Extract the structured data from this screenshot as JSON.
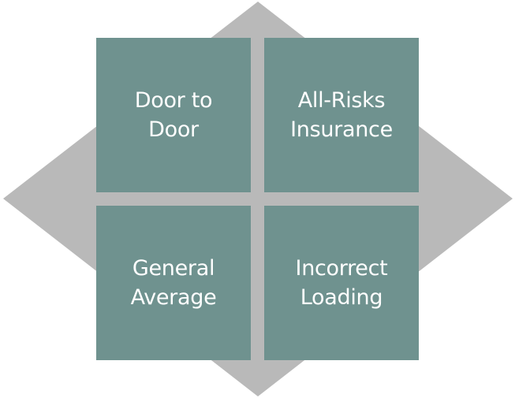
{
  "colors": {
    "background": "#ffffff",
    "diamond": "#b9b9b9",
    "tile": "#6f928f",
    "text": "#ffffff"
  },
  "tiles": [
    {
      "label": "Door to\nDoor"
    },
    {
      "label": "All-Risks\nInsurance"
    },
    {
      "label": "General\nAverage"
    },
    {
      "label": "Incorrect\nLoading"
    }
  ]
}
